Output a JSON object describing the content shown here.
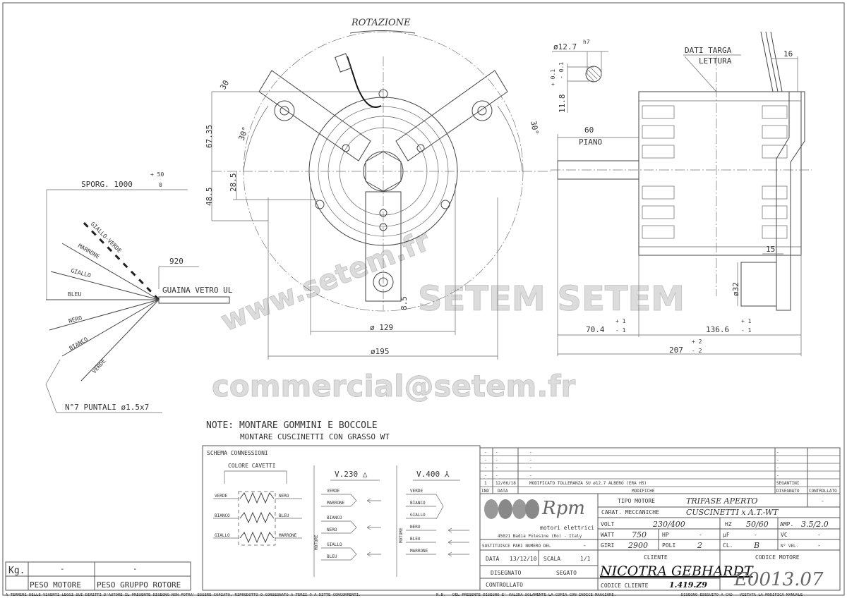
{
  "drawing": {
    "rotation_label": "ROTAZIONE",
    "front_dims": {
      "d30": "30",
      "d67": "67.35",
      "angle_left": "30°",
      "angle_right": "30°",
      "d28": "28.5",
      "d48": "48.5",
      "d8": "8.5",
      "d129": "ø 129",
      "d195": "ø195"
    },
    "shaft": {
      "dia": "ø12.7",
      "tol": "h7",
      "flat": "11.8",
      "flat_tol_plus": "+ 0.1",
      "flat_tol_minus": "- 0.1"
    },
    "side": {
      "plate_label_1": "DATI TARGA",
      "plate_label_2": "LETTURA",
      "d16": "16",
      "d60": "60",
      "piano": "PIANO",
      "d15": "15",
      "d32": "ø32",
      "d70": "70.4",
      "d70_tol_plus": "+ 1",
      "d70_tol_minus": "- 1",
      "d136": "136.6",
      "d136_tol_plus": "+ 1",
      "d136_tol_minus": "- 1",
      "d207": "207",
      "d207_tol_plus": "+ 2",
      "d207_tol_minus": "- 2"
    },
    "leads": {
      "sporg": "SPORG. 1000",
      "sporg_tol_plus": "+ 50",
      "sporg_tol_minus": "0",
      "d920": "920",
      "sleeve": "GUAINA VETRO UL",
      "wires": [
        "GIALLO-VERDE",
        "MARRONE",
        "GIALLO",
        "BLEU",
        "NERO",
        "BIANCO",
        "VERDE"
      ],
      "terminals": "N°7 PUNTALI ø1.5x7"
    },
    "notes": [
      "NOTE: MONTARE GOMMINI E BOCCOLE",
      "MONTARE CUSCINETTI CON GRASSO WT"
    ]
  },
  "watermark": {
    "url": "www.setem.fr",
    "brand": "SETEM SETEM",
    "email": "commercial@setem.fr"
  },
  "weight": {
    "unit": "Kg.",
    "motor_value": "-",
    "rotor_value": "-",
    "motor_label": "PESO MOTORE",
    "rotor_label": "PESO GRUPPO ROTORE"
  },
  "schema": {
    "title": "SCHEMA CONNESSIONI",
    "colors_title": "COLORE CAVETTI",
    "windings": [
      [
        "VERDE",
        "NERO"
      ],
      [
        "BIANCO",
        "BLEU"
      ],
      [
        "GIALLO",
        "MARRONE"
      ]
    ],
    "v230": {
      "title": "V.230 △",
      "motor": "MOTORE",
      "leads": [
        "VERDE",
        "MARRONE",
        "BIANCO",
        "NERO",
        "GIALLO",
        "BLEU"
      ]
    },
    "v400": {
      "title": "V.400 ⅄",
      "motor": "MOTORE",
      "leads": [
        "VERDE",
        "BIANCO",
        "GIALLO",
        "NERO",
        "BLEU",
        "MARRONE"
      ]
    }
  },
  "revisions": {
    "rows": [
      {
        "ind": "-",
        "date": "-",
        "text": "-",
        "drawn": "-",
        "checked": ""
      },
      {
        "ind": "-",
        "date": "-",
        "text": "-",
        "drawn": "-",
        "checked": ""
      },
      {
        "ind": "-",
        "date": "-",
        "text": "-",
        "drawn": "-",
        "checked": ""
      },
      {
        "ind": "-",
        "date": "-",
        "text": "-",
        "drawn": "-",
        "checked": ""
      },
      {
        "ind": "1",
        "date": "12/06/18",
        "text": "MODIFICATO TOLLERANZA SU ø12.7 ALBERO (ERA H5)",
        "drawn": "SEGANTINI",
        "checked": ""
      }
    ],
    "header": {
      "ind": "IND",
      "date": "DATA",
      "text": "MODIFICHE",
      "drawn": "DISEGNATO",
      "checked": "CONTROLLATO"
    }
  },
  "title_block": {
    "logo_text": "Rpm",
    "logo_sub": "motori elettrici",
    "address": "45021 Badia Polesine (Ro) - Italy",
    "tipo_label": "TIPO MOTORE",
    "tipo_value": "TRIFASE APERTO",
    "tipo_extra": "-",
    "carat_label": "CARAT. MECCANICHE",
    "carat_value": "CUSCINETTI x A.T.-WT",
    "volt_label": "VOLT",
    "volt_value": "230/400",
    "hz_label": "HZ",
    "hz_value": "50/60",
    "amp_label": "AMP.",
    "amp_value": "3.5/2.0",
    "watt_label": "WATT",
    "watt_value": "750",
    "hp_label": "HP",
    "hp_value": "-",
    "uf_label": "µF",
    "uf_value": "-",
    "vc_label": "VC",
    "vc_value": "-",
    "giri_label": "GIRI",
    "giri_value": "2900",
    "poli_label": "POLI",
    "poli_value": "2",
    "cl_label": "CL.",
    "cl_value": "B",
    "vel_label": "N° VEL.",
    "vel_value": "-",
    "replaces_label": "SOSTITUISCE PARI NUMERO DEL",
    "replaces_value": "-",
    "date_label": "DATA",
    "date_value": "13/12/10",
    "scale_label": "SCALA",
    "scale_value": "1/1",
    "drawn_label": "DISEGNATO",
    "drawn_value": "SEGATO",
    "checked_label": "CONTROLLATO",
    "client_label": "CLIENTE",
    "client_value": "NICOTRA GEBHARDT",
    "client_code_label": "CODICE CLIENTE",
    "client_code_value": "1.419.Z9",
    "motor_code_label": "CODICE MOTORE",
    "motor_code_value": "E0013.07"
  },
  "footer": {
    "copyright": "A TERMINI DELLE VIGENTI LEGGI SUI DIRITTI D'AUTORE IL PRESENTE DISEGNO NON POTRA' ESSERE COPIATO, RIPRODOTTO O CONSEGNATO A TERZI O A DITTE CONCORRENTI.",
    "validity": "N.B. - DEL PRESENTE DISEGNO E' VALIDA SOLAMENTE LA COPIA CON INDICE MAGGIORE.",
    "cad": "DISEGNO ESEGUITO A CAD - VIETATA LA MODIFICA MANUALE"
  }
}
